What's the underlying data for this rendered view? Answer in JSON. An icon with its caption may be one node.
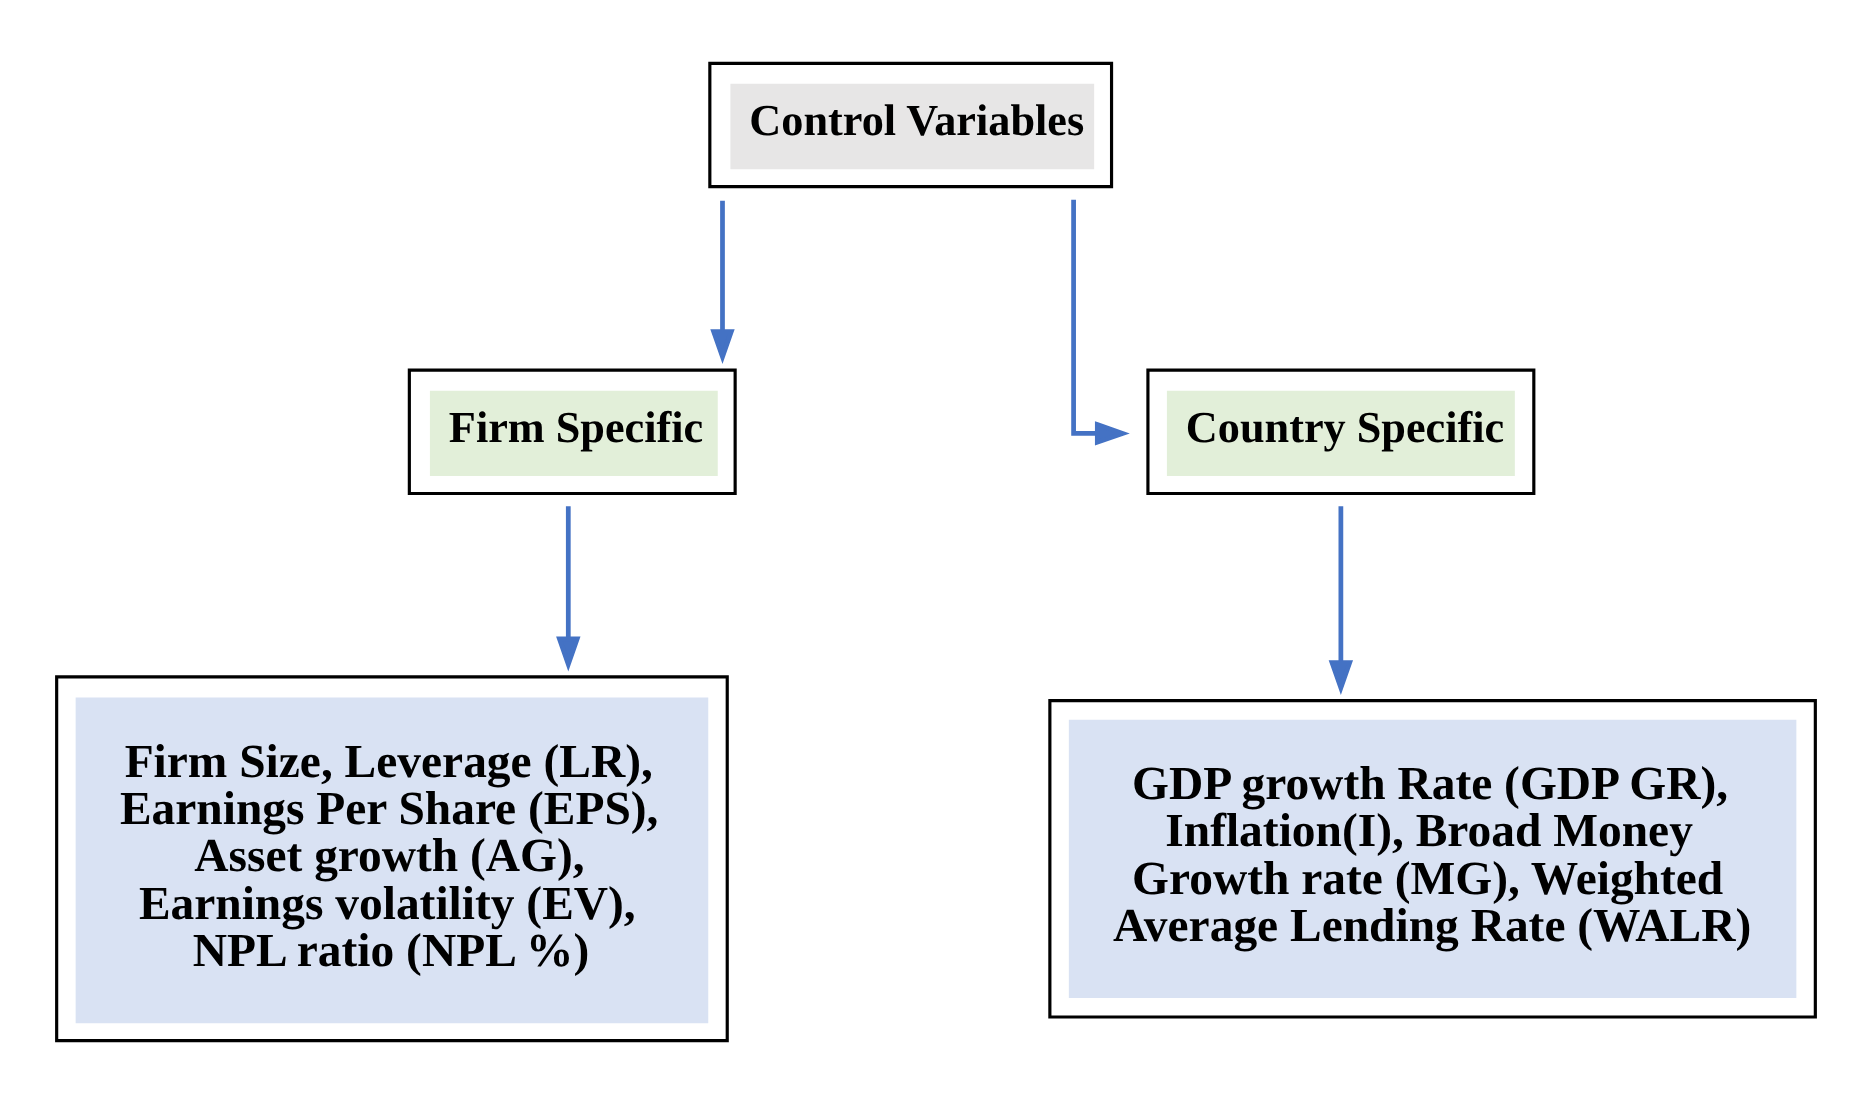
{
  "diagram": {
    "nodes": [
      {
        "text": [
          "Control Variables"
        ]
      },
      {
        "text": [
          "Firm Specific"
        ]
      },
      {
        "text": [
          "Country Specific"
        ]
      },
      {
        "text": [
          "Firm Size, Leverage (LR), Earnings Per Share (EPS), Asset growth (AG), Earnings volatility (EV), NPL ratio (NPL %)"
        ]
      },
      {
        "text": [
          "GDP growth Rate (GDP GR), Inflation(I), Broad Money Growth rate (MG), Weighted Average Lending Rate (WALR)"
        ]
      }
    ],
    "edges": [
      {
        "from": 0,
        "to": 1,
        "arrow": "to"
      },
      {
        "from": 0,
        "to": 2,
        "arrow": "to"
      },
      {
        "from": 1,
        "to": 3,
        "arrow": "to"
      },
      {
        "from": 2,
        "to": 4,
        "arrow": "to"
      }
    ]
  }
}
